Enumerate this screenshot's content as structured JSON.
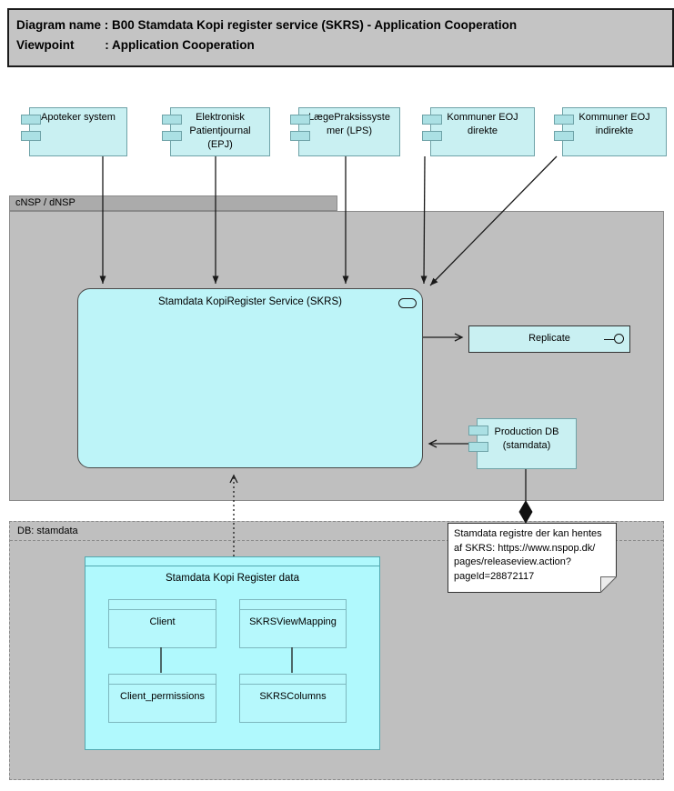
{
  "header": {
    "line1": "Diagram name : B00 Stamdata Kopi register service (SKRS) - Application Cooperation",
    "line2": "Viewpoint         : Application Cooperation"
  },
  "actors": [
    {
      "lines": [
        "Apoteker system"
      ]
    },
    {
      "lines": [
        "Elektronisk",
        "Patientjournal",
        "(EPJ)"
      ]
    },
    {
      "lines": [
        "LægePraksissyste",
        "mer (LPS)"
      ]
    },
    {
      "lines": [
        "Kommuner EOJ",
        "direkte"
      ]
    },
    {
      "lines": [
        "Kommuner EOJ",
        "indirekte"
      ]
    }
  ],
  "groups": {
    "cnsp": {
      "label": "cNSP / dNSP"
    },
    "db": {
      "label": "DB: stamdata"
    }
  },
  "skrs": {
    "label": "Stamdata KopiRegister Service (SKRS)"
  },
  "replicate": {
    "label": "Replicate"
  },
  "production_db": {
    "lines": [
      "Production DB",
      "(stamdata)"
    ]
  },
  "note": {
    "lines": [
      "Stamdata registre der kan hentes",
      "af SKRS: https://www.nspop.dk/",
      "pages/releaseview.action?",
      "pageId=28872117"
    ]
  },
  "register_data": {
    "title": "Stamdata Kopi Register data",
    "objects": [
      {
        "label": "Client"
      },
      {
        "label": "SKRSViewMapping"
      },
      {
        "label": "Client_permissions"
      },
      {
        "label": "SKRSColumns"
      }
    ]
  },
  "relationships": [
    {
      "from": "Apoteker system",
      "to": "Stamdata KopiRegister Service (SKRS)",
      "type": "arrow"
    },
    {
      "from": "Elektronisk Patientjournal (EPJ)",
      "to": "Stamdata KopiRegister Service (SKRS)",
      "type": "arrow"
    },
    {
      "from": "LægePraksissystemer (LPS)",
      "to": "Stamdata KopiRegister Service (SKRS)",
      "type": "arrow"
    },
    {
      "from": "Kommuner EOJ direkte",
      "to": "Stamdata KopiRegister Service (SKRS)",
      "type": "arrow"
    },
    {
      "from": "Kommuner EOJ indirekte",
      "to": "Stamdata KopiRegister Service (SKRS)",
      "type": "arrow"
    },
    {
      "from": "Stamdata KopiRegister Service (SKRS)",
      "to": "Replicate",
      "type": "open-arrow"
    },
    {
      "from": "Production DB (stamdata)",
      "to": "Stamdata KopiRegister Service (SKRS)",
      "type": "open-arrow"
    },
    {
      "from": "Production DB (stamdata)",
      "to": "note",
      "type": "composition-diamond"
    },
    {
      "from": "Stamdata Kopi Register data",
      "to": "Stamdata KopiRegister Service (SKRS)",
      "type": "dotted-open-arrow"
    },
    {
      "from": "Client",
      "to": "Client_permissions",
      "type": "line"
    },
    {
      "from": "SKRSViewMapping",
      "to": "SKRSColumns",
      "type": "line"
    }
  ],
  "colors": {
    "header-fill": "#c4c4c4",
    "group-fill": "#bfbfbf",
    "group-tab-fill": "#ababab",
    "group-border": "#8a8a8a",
    "component-fill": "#c9f0f2",
    "component-border": "#6fa3a8",
    "component-icon-fill": "#abe0e4",
    "service-fill": "#bdf4f8",
    "service-border": "#4a4a4a",
    "container-fill": "#b0f9fd",
    "container-border": "#52a8b0",
    "data-object-fill": "#b6f8fc",
    "data-object-border": "#7db8be",
    "note-fill": "#ffffff",
    "note-border": "#333333"
  }
}
